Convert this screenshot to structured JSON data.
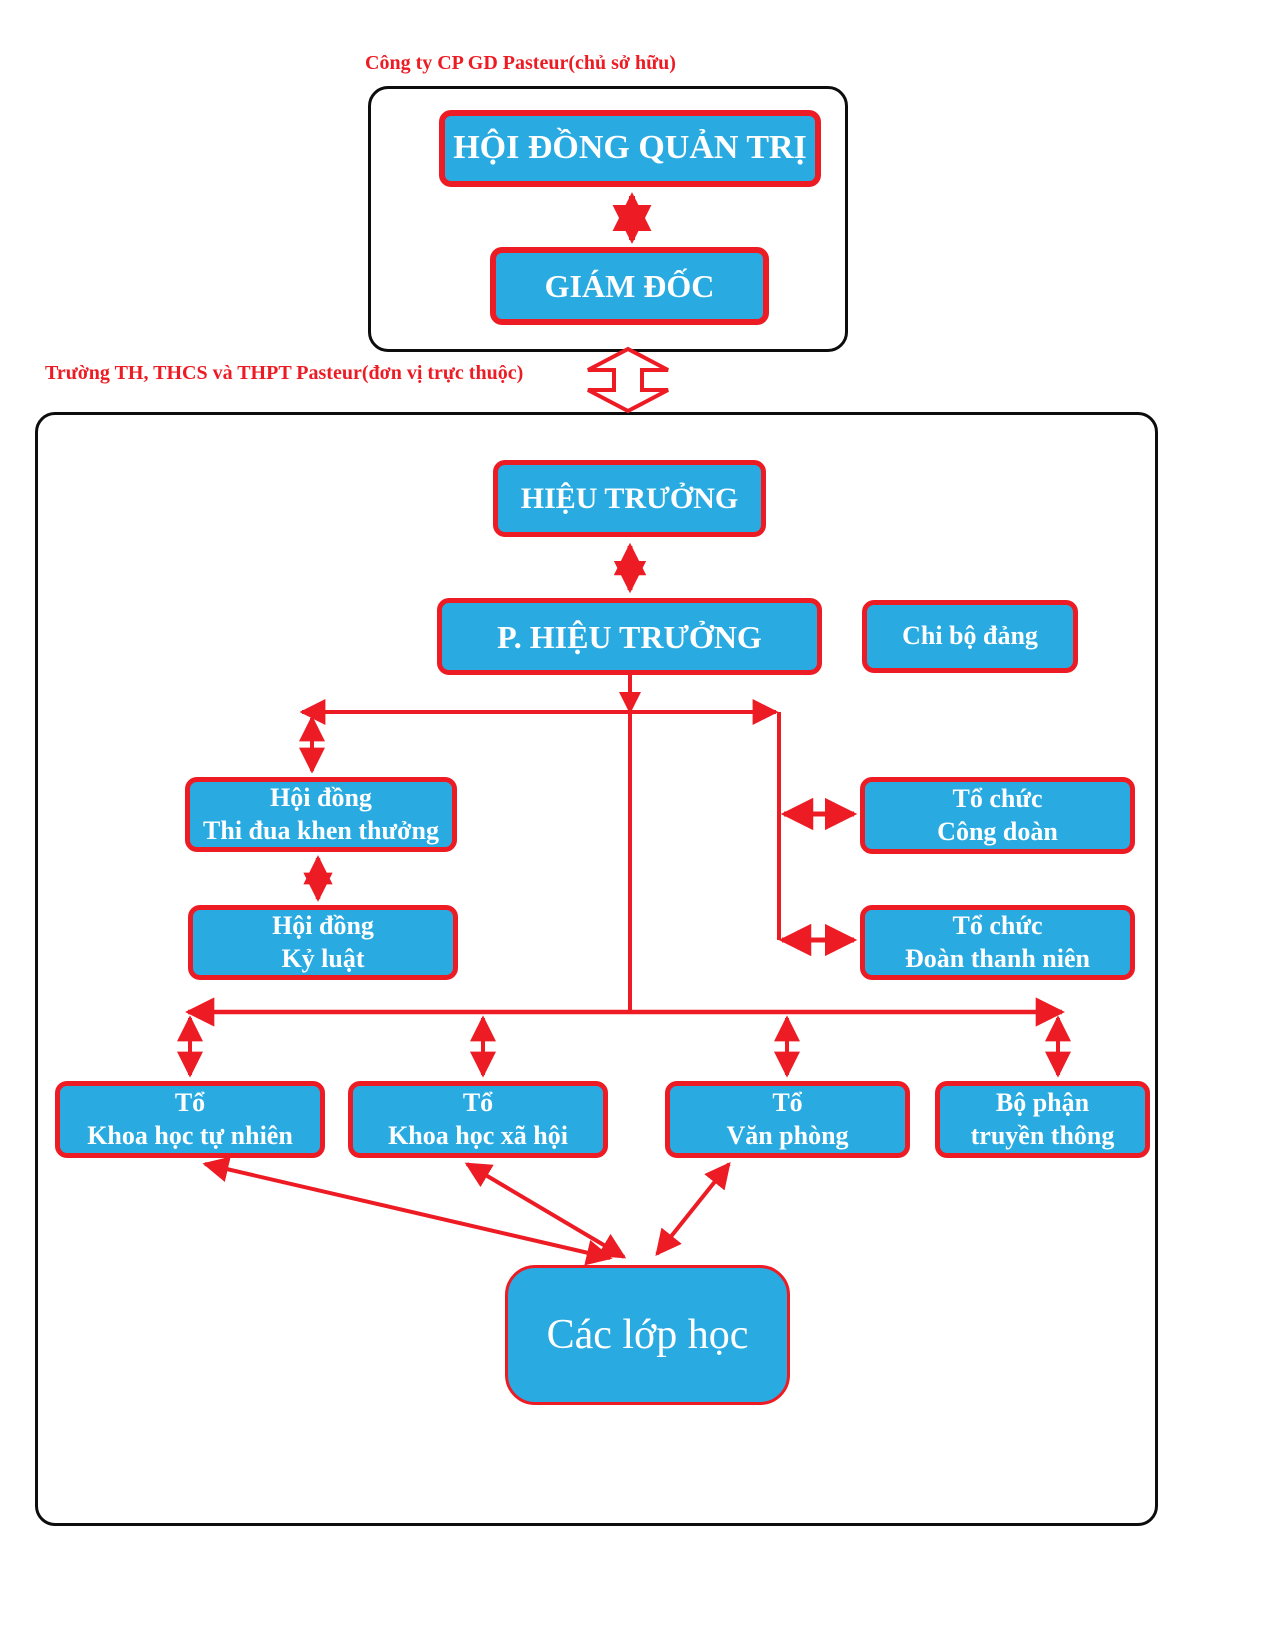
{
  "diagram": {
    "owner_label": "Công ty CP GD Pasteur(chủ sở hữu)",
    "school_label": "Trường TH, THCS và THPT Pasteur(đơn vị trực thuộc)",
    "nodes": {
      "board": {
        "label": "HỘI ĐỒNG QUẢN TRỊ"
      },
      "director": {
        "label": "GIÁM ĐỐC"
      },
      "principal": {
        "label": "HIỆU TRƯỞNG"
      },
      "vice_principal": {
        "label": "P. HIỆU TRƯỞNG"
      },
      "party_cell": {
        "label": "Chi bộ đảng"
      },
      "emulation_council": {
        "label": "Hội đồng\nThi đua khen thưởng"
      },
      "discipline_council": {
        "label": "Hội đồng\nKỷ luật"
      },
      "trade_union": {
        "label": "Tổ chức\nCông doàn"
      },
      "youth_union": {
        "label": "Tổ chức\nĐoàn thanh niên"
      },
      "natural_sciences": {
        "label": "Tổ\nKhoa học tự nhiên"
      },
      "social_sciences": {
        "label": "Tổ\nKhoa học xã hội"
      },
      "office": {
        "label": "Tổ\nVăn phòng"
      },
      "media": {
        "label": "Bộ phận\ntruyền thông"
      },
      "classes": {
        "label": "Các lớp học"
      }
    },
    "colors": {
      "box_fill": "#29abe2",
      "box_border": "#ed1c24",
      "arrow": "#ed1c24",
      "container_border": "#0d0d0d",
      "label_text": "#ed1c24",
      "box_text": "#ffffff"
    }
  }
}
